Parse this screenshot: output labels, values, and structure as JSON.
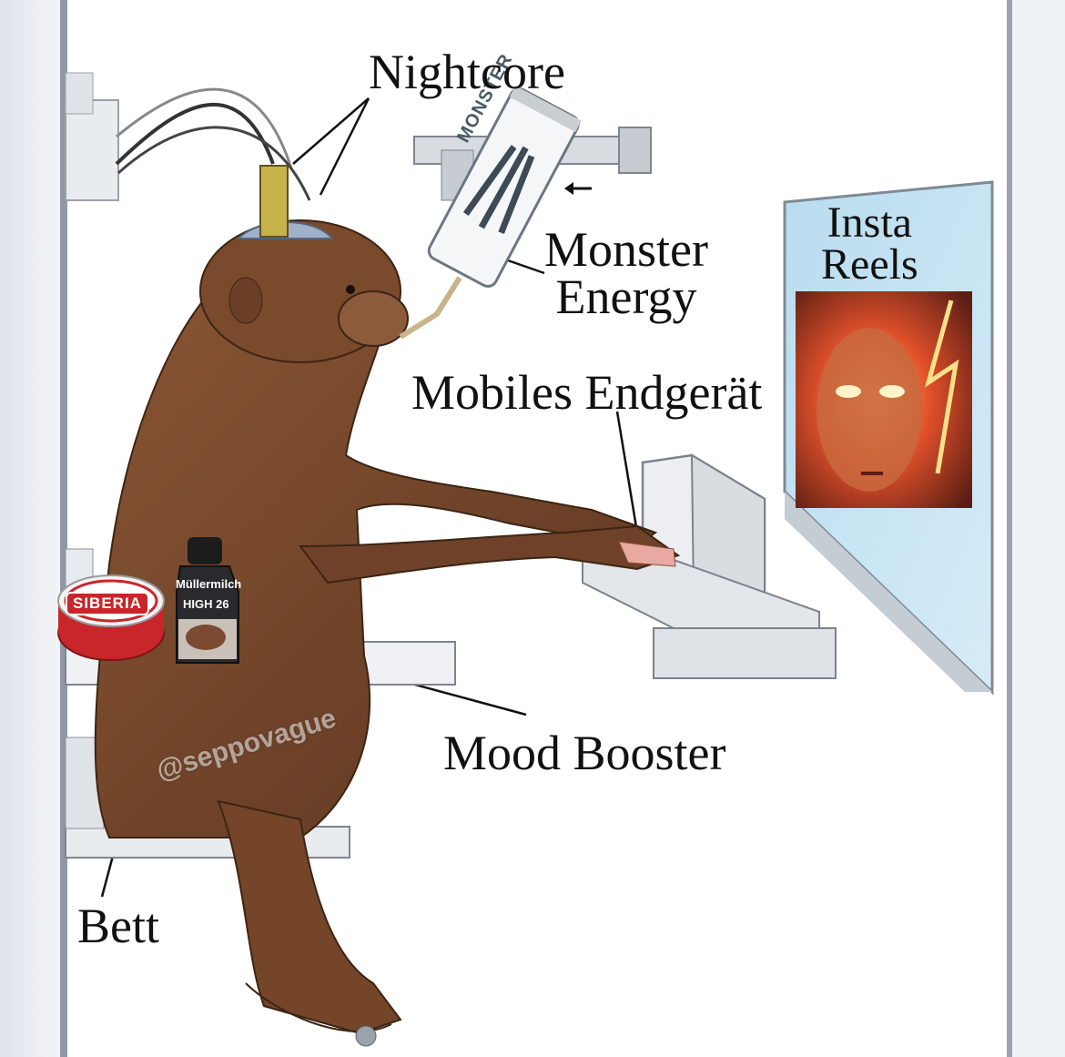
{
  "labels": {
    "nightcore": "Nightcore",
    "monster_line1": "Monster",
    "monster_line2": "Energy",
    "mobiles": "Mobiles Endgerät",
    "insta_line1": "Insta",
    "insta_line2": "Reels",
    "mood_booster": "Mood Booster",
    "bett": "Bett"
  },
  "watermark": "@seppovague",
  "products": {
    "can_brand": "MONSTER",
    "tin_brand": "SIBERIA",
    "bottle_brand": "Müllermilch",
    "bottle_claim": "HIGH 26"
  },
  "colors": {
    "fur": "#7a4a2c",
    "fur_dark": "#5a3420",
    "metal": "#c9cdd2",
    "screen_glow": "#e0502a",
    "tin_red": "#c8262a",
    "text": "#111111"
  }
}
